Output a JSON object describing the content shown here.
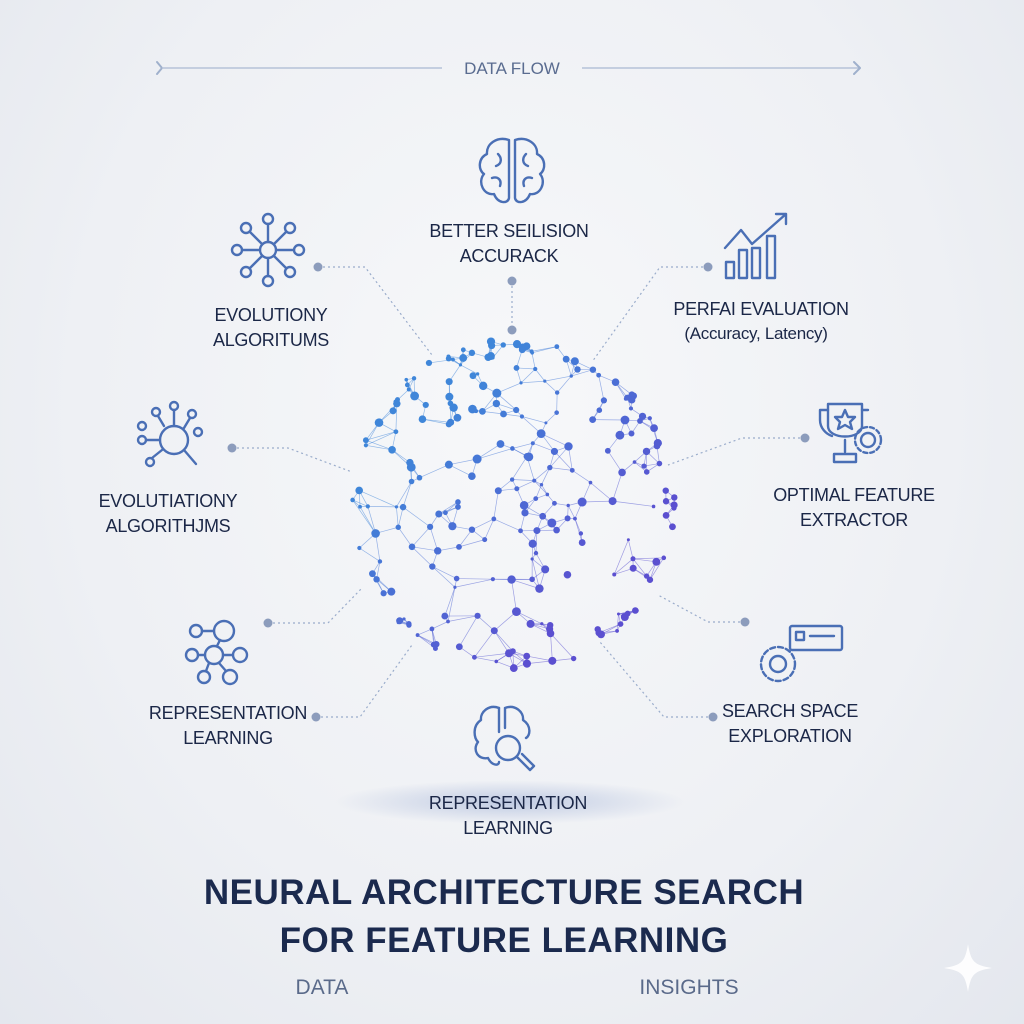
{
  "header": {
    "flow_label": "DATA FLOW"
  },
  "nodes": {
    "top": {
      "line1": "BETTER SEILISION",
      "line2": "ACCURACK",
      "icon": "brain-icon"
    },
    "upper_left": {
      "line1": "EVOLUTIONY",
      "line2": "ALGORITUMS",
      "icon": "network-hub-icon"
    },
    "upper_right": {
      "line1": "PERFAI EVALUATION",
      "line2": "(Accuracy, Latency)",
      "icon": "bar-chart-growth-icon"
    },
    "mid_left": {
      "line1": "EVOLUTIATIONY",
      "line2": "ALGORITHJMS",
      "icon": "network-search-icon"
    },
    "mid_right": {
      "line1": "OPTIMAL FEATURE",
      "line2": "EXTRACTOR",
      "icon": "trophy-gear-icon"
    },
    "lower_left": {
      "line1": "REPRESENTATION",
      "line2": "LEARNING",
      "icon": "node-graph-icon"
    },
    "lower_right": {
      "line1": "SEARCH SPACE",
      "line2": "EXPLORATION",
      "icon": "gear-card-icon"
    },
    "bottom": {
      "line1": "REPRESENTATION",
      "line2": "LEARNING",
      "icon": "brain-search-icon"
    }
  },
  "title": {
    "line1": "NEURAL ARCHITECTURE SEARCH",
    "line2": "FOR FEATURE LEARNING"
  },
  "footer": {
    "left": "DATA",
    "right": "INSIGHTS"
  },
  "colors": {
    "icon": "#4a6fb5",
    "text": "#1b2747",
    "sphere_a": "#3f86d9",
    "sphere_b": "#5b4fd0"
  }
}
